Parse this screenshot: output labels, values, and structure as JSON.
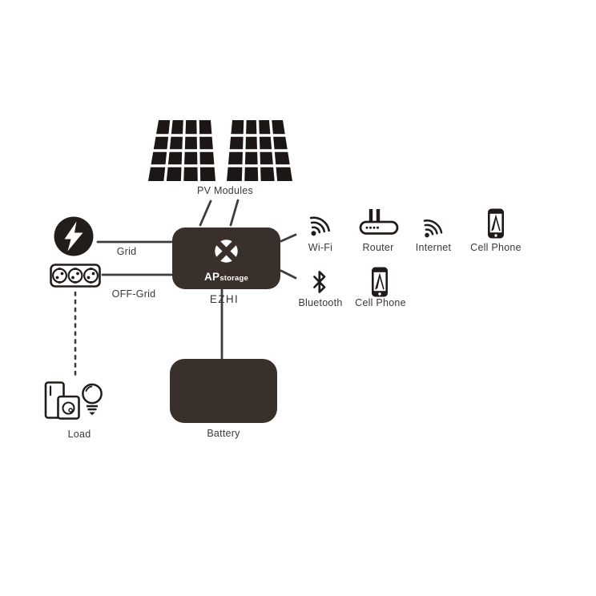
{
  "colors": {
    "device_box": "#39302c",
    "panel_fill": "#1c1714",
    "icon_ink": "#211c19",
    "connector_line": "#3d3d3d",
    "label_text": "#3c3836",
    "logo_text": "#ffffff",
    "background": "#ffffff"
  },
  "pv": {
    "label": "PV Modules"
  },
  "grid": {
    "label": "Grid"
  },
  "offgrid": {
    "label": "OFF-Grid"
  },
  "device": {
    "name": "EZHI",
    "logo_primary": "AP",
    "logo_secondary": "storage"
  },
  "battery": {
    "label": "Battery"
  },
  "load": {
    "label": "Load"
  },
  "connectivity": {
    "wifi": "Wi-Fi",
    "router": "Router",
    "internet": "Internet",
    "cellphone_top": "Cell Phone",
    "bluetooth": "Bluetooth",
    "cellphone_bottom": "Cell Phone"
  }
}
